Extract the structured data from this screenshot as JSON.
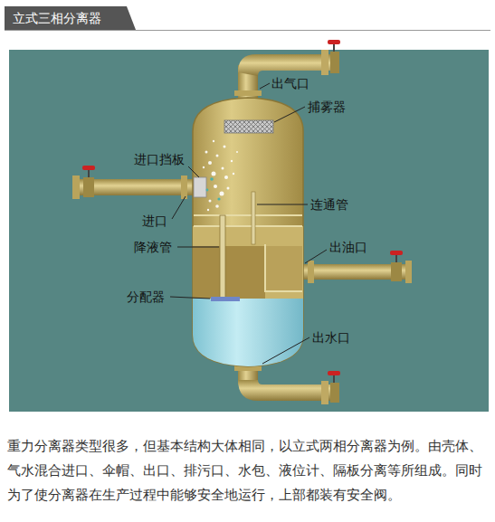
{
  "diagram": {
    "title": "立式三相分离器",
    "caption": "重力分离器类型很多，但基本结构大体相同，以立式两相分离器为例。由壳体、气水混合进口、伞帽、出口、排污口、水包、液位计、隔板分离等所组成。同时为了使分离器在生产过程中能够安全地运行，上部都装有安全阀。",
    "labels": [
      "出气口",
      "捕雾器",
      "进口挡板",
      "连通管",
      "进口",
      "降液管",
      "出油口",
      "分配器",
      "出水口"
    ]
  }
}
